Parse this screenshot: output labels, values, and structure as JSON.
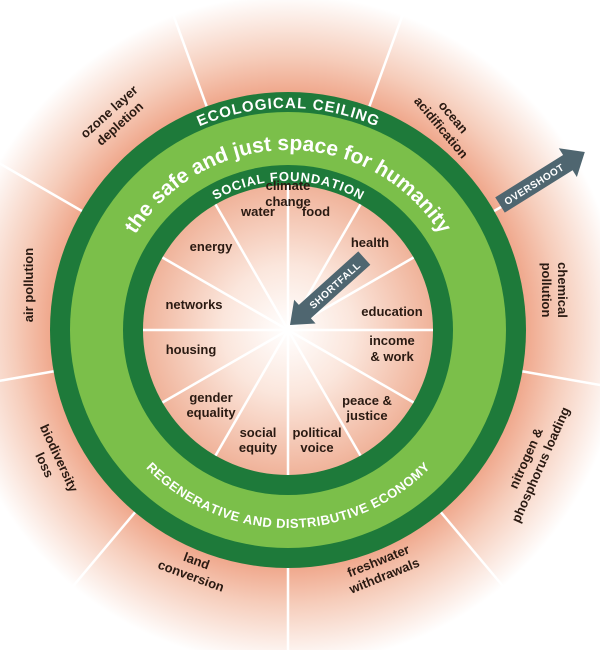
{
  "title": "the safe and just space for humanity",
  "ecological_ceiling": "ECOLOGICAL CEILING",
  "social_foundation": "SOCIAL FOUNDATION",
  "economy": "REGENERATIVE AND DISTRIBUTIVE ECONOMY",
  "overshoot": "OVERSHOOT",
  "shortfall": "SHORTFALL",
  "ecological": [
    [
      "climate",
      "change"
    ],
    [
      "ocean",
      "acidification"
    ],
    [
      "chemical",
      "pollution"
    ],
    [
      "nitrogen &",
      "phosphorus loading"
    ],
    [
      "freshwater",
      "withdrawals"
    ],
    [
      "land",
      "conversion"
    ],
    [
      "biodiversity",
      "loss"
    ],
    [
      "air pollution"
    ],
    [
      "ozone layer",
      "depletion"
    ]
  ],
  "social": [
    [
      "food"
    ],
    [
      "health"
    ],
    [
      "education"
    ],
    [
      "income",
      "& work"
    ],
    [
      "peace &",
      "justice"
    ],
    [
      "political",
      "voice"
    ],
    [
      "social",
      "equity"
    ],
    [
      "gender",
      "equality"
    ],
    [
      "housing"
    ],
    [
      "networks"
    ],
    [
      "energy"
    ],
    [
      "water"
    ]
  ],
  "colors": {
    "dark_green": "#1e7a3a",
    "light_green": "#7bbf4a",
    "pink": "#f3c3ad",
    "arrow": "#4f6670"
  }
}
